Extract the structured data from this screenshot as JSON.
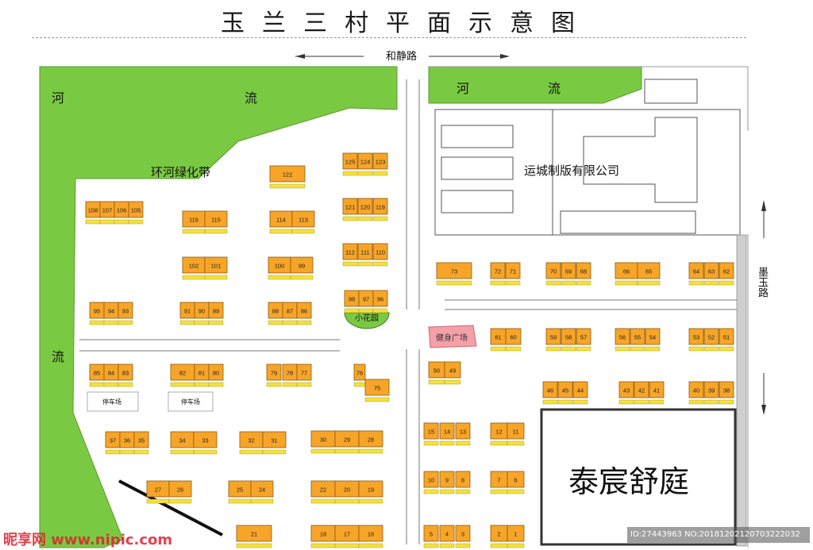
{
  "title": "玉兰三村平面示意图",
  "road_top": "和静路",
  "road_right": "墨玉路",
  "labels": {
    "river_a": "河",
    "river_b": "流",
    "river_c": "河",
    "river_d": "流",
    "river_e": "流",
    "greenbelt": "环河绿化带",
    "company": "运城制版有限公司",
    "garden": "小花园",
    "fitness": "健身广场",
    "estate": "泰宸舒庭",
    "parking": "停车场"
  },
  "colors": {
    "green": "#7ac943",
    "orange": "#f7a528",
    "yellow": "#f5e13c",
    "pink": "#f4a0a8",
    "road": "#777777"
  },
  "buildings": [
    {
      "label": "125"
    },
    {
      "label": "124"
    },
    {
      "label": "123"
    },
    {
      "label": "122"
    },
    {
      "label": "121"
    },
    {
      "label": "120"
    },
    {
      "label": "119"
    },
    {
      "label": "108"
    },
    {
      "label": "107"
    },
    {
      "label": "106"
    },
    {
      "label": "105"
    },
    {
      "label": "116"
    },
    {
      "label": "115"
    },
    {
      "label": "114"
    },
    {
      "label": "113"
    },
    {
      "label": "112"
    },
    {
      "label": "111"
    },
    {
      "label": "110"
    },
    {
      "label": "102"
    },
    {
      "label": "101"
    },
    {
      "label": "100"
    },
    {
      "label": "99"
    },
    {
      "label": "98"
    },
    {
      "label": "97"
    },
    {
      "label": "96"
    },
    {
      "label": "95"
    },
    {
      "label": "94"
    },
    {
      "label": "93"
    },
    {
      "label": "91"
    },
    {
      "label": "90"
    },
    {
      "label": "89"
    },
    {
      "label": "88"
    },
    {
      "label": "87"
    },
    {
      "label": "86"
    },
    {
      "label": "73"
    },
    {
      "label": "72"
    },
    {
      "label": "71"
    },
    {
      "label": "70"
    },
    {
      "label": "69"
    },
    {
      "label": "68"
    },
    {
      "label": "66"
    },
    {
      "label": "65"
    },
    {
      "label": "64"
    },
    {
      "label": "63"
    },
    {
      "label": "62"
    },
    {
      "label": "61"
    },
    {
      "label": "60"
    },
    {
      "label": "59"
    },
    {
      "label": "58"
    },
    {
      "label": "57"
    },
    {
      "label": "56"
    },
    {
      "label": "55"
    },
    {
      "label": "54"
    },
    {
      "label": "53"
    },
    {
      "label": "52"
    },
    {
      "label": "51"
    },
    {
      "label": "85"
    },
    {
      "label": "84"
    },
    {
      "label": "83"
    },
    {
      "label": "82"
    },
    {
      "label": "81"
    },
    {
      "label": "80"
    },
    {
      "label": "79"
    },
    {
      "label": "78"
    },
    {
      "label": "77"
    },
    {
      "label": "76"
    },
    {
      "label": "75"
    },
    {
      "label": "50"
    },
    {
      "label": "49"
    },
    {
      "label": "46"
    },
    {
      "label": "45"
    },
    {
      "label": "44"
    },
    {
      "label": "43"
    },
    {
      "label": "42"
    },
    {
      "label": "41"
    },
    {
      "label": "40"
    },
    {
      "label": "39"
    },
    {
      "label": "38"
    },
    {
      "label": "37"
    },
    {
      "label": "36"
    },
    {
      "label": "35"
    },
    {
      "label": "34"
    },
    {
      "label": "33"
    },
    {
      "label": "32"
    },
    {
      "label": "31"
    },
    {
      "label": "30"
    },
    {
      "label": "29"
    },
    {
      "label": "28"
    },
    {
      "label": "15"
    },
    {
      "label": "14"
    },
    {
      "label": "13"
    },
    {
      "label": "12"
    },
    {
      "label": "11"
    },
    {
      "label": "27"
    },
    {
      "label": "26"
    },
    {
      "label": "25"
    },
    {
      "label": "24"
    },
    {
      "label": "22"
    },
    {
      "label": "20"
    },
    {
      "label": "19"
    },
    {
      "label": "10"
    },
    {
      "label": "9"
    },
    {
      "label": "8"
    },
    {
      "label": "7"
    },
    {
      "label": "6"
    },
    {
      "label": "21"
    },
    {
      "label": "18"
    },
    {
      "label": "17"
    },
    {
      "label": "16"
    },
    {
      "label": "5"
    },
    {
      "label": "4"
    },
    {
      "label": "3"
    },
    {
      "label": "2"
    },
    {
      "label": "1"
    }
  ],
  "watermark": {
    "logo": "昵享网 www.nipic.com",
    "id": "ID:27443963 NO:20181202120703222032"
  }
}
